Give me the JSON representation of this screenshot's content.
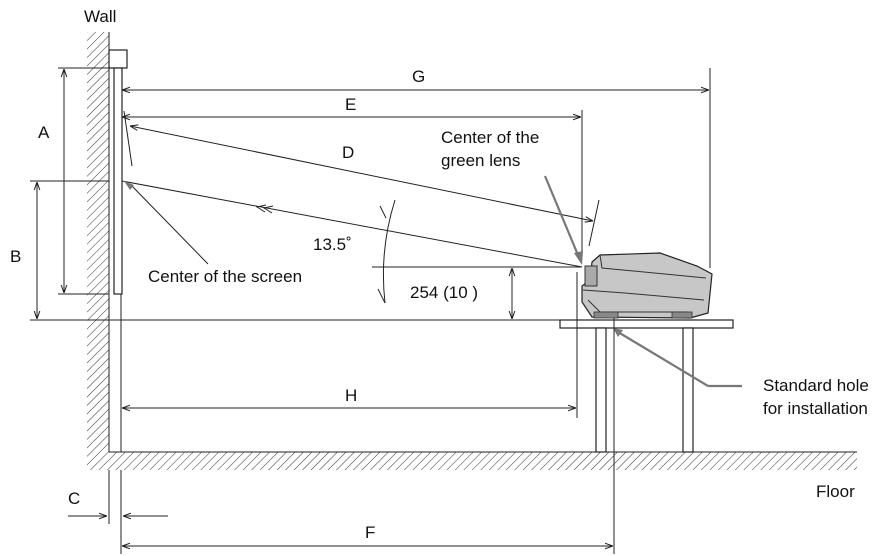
{
  "labels": {
    "wall": "Wall",
    "floor": "Floor",
    "a": "A",
    "b": "B",
    "c": "C",
    "d": "D",
    "e": "E",
    "f": "F",
    "g": "G",
    "h": "H",
    "center_screen": "Center of the screen",
    "green_lens_1": "Center of the",
    "green_lens_2": "green lens",
    "angle": "13.5˚",
    "offset": "254 (10 )",
    "hole_1": "Standard hole",
    "hole_2": "for installation"
  },
  "icons": [
    "wall-hatching",
    "floor-hatching",
    "projector-icon",
    "screen-icon",
    "table-icon",
    "arrow-icon"
  ]
}
